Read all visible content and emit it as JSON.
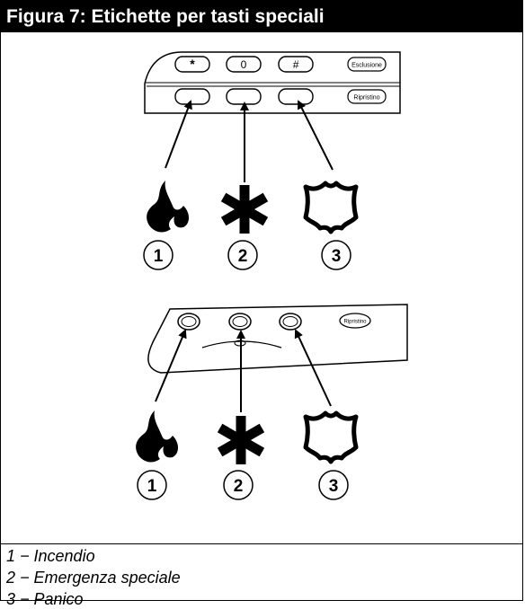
{
  "figure": {
    "title": "Figura 7: Etichette per tasti speciali"
  },
  "keypad_top": {
    "keys_row1": [
      "*",
      "0",
      "#"
    ],
    "label_bypass": "Esclusione",
    "label_reset": "Ripristino"
  },
  "keypad_bottom": {
    "label_reset": "Ripristino"
  },
  "icons": [
    "fire-icon",
    "asterisk-icon",
    "shield-icon"
  ],
  "markers": [
    "1",
    "2",
    "3"
  ],
  "legend": [
    "1 − Incendio",
    "2 − Emergenza speciale",
    "3 − Panico"
  ]
}
